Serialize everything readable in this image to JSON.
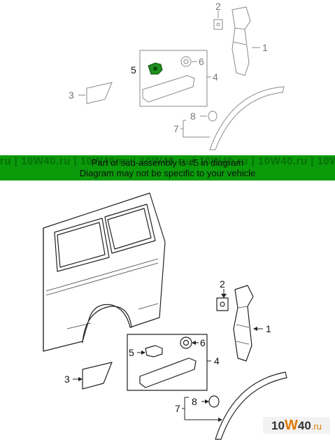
{
  "banner": {
    "watermark": "ru | 10W40.ru | 10W40.ru | 10W40.ru | 10W40.ru | 10W40.ru | 10W40.ru | 10W40.ru",
    "line1": "Part of sub-assembly is #5 in diagram",
    "line2": "Diagram may not be specific to your vehicle"
  },
  "top_diagram": {
    "callouts": [
      "1",
      "2",
      "3",
      "4",
      "5",
      "6",
      "7",
      "8"
    ],
    "highlight_color": "#1f8f1f"
  },
  "bottom_diagram": {
    "callouts": [
      "1",
      "2",
      "3",
      "4",
      "5",
      "6",
      "7",
      "8"
    ]
  },
  "logo": {
    "prefix": "10",
    "w": "W",
    "suffix": "40",
    "domain": ".ru"
  }
}
